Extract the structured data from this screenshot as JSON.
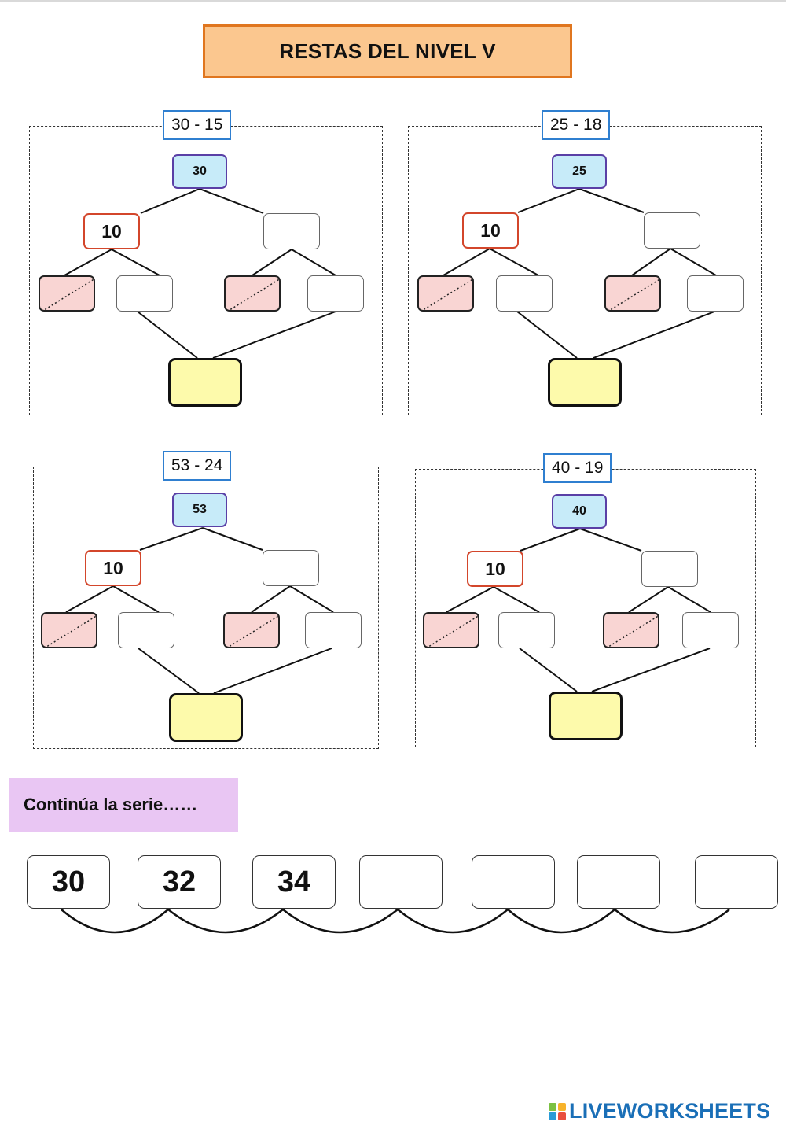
{
  "title": "RESTAS DEL NIVEL V",
  "exercises": [
    {
      "equation": "30 - 15",
      "top": "30",
      "ten": "10"
    },
    {
      "equation": "25 - 18",
      "top": "25",
      "ten": "10"
    },
    {
      "equation": "53 - 24",
      "top": "53",
      "ten": "10"
    },
    {
      "equation": "40 - 19",
      "top": "40",
      "ten": "10"
    }
  ],
  "series": {
    "label": "Continúa la serie……",
    "values": [
      "30",
      "32",
      "34",
      "",
      "",
      "",
      ""
    ]
  },
  "footer": {
    "brand": "LIVEWORKSHEETS",
    "logo_colors": [
      "#7cc142",
      "#f7b32b",
      "#2a9bd7",
      "#e94f3d"
    ]
  }
}
